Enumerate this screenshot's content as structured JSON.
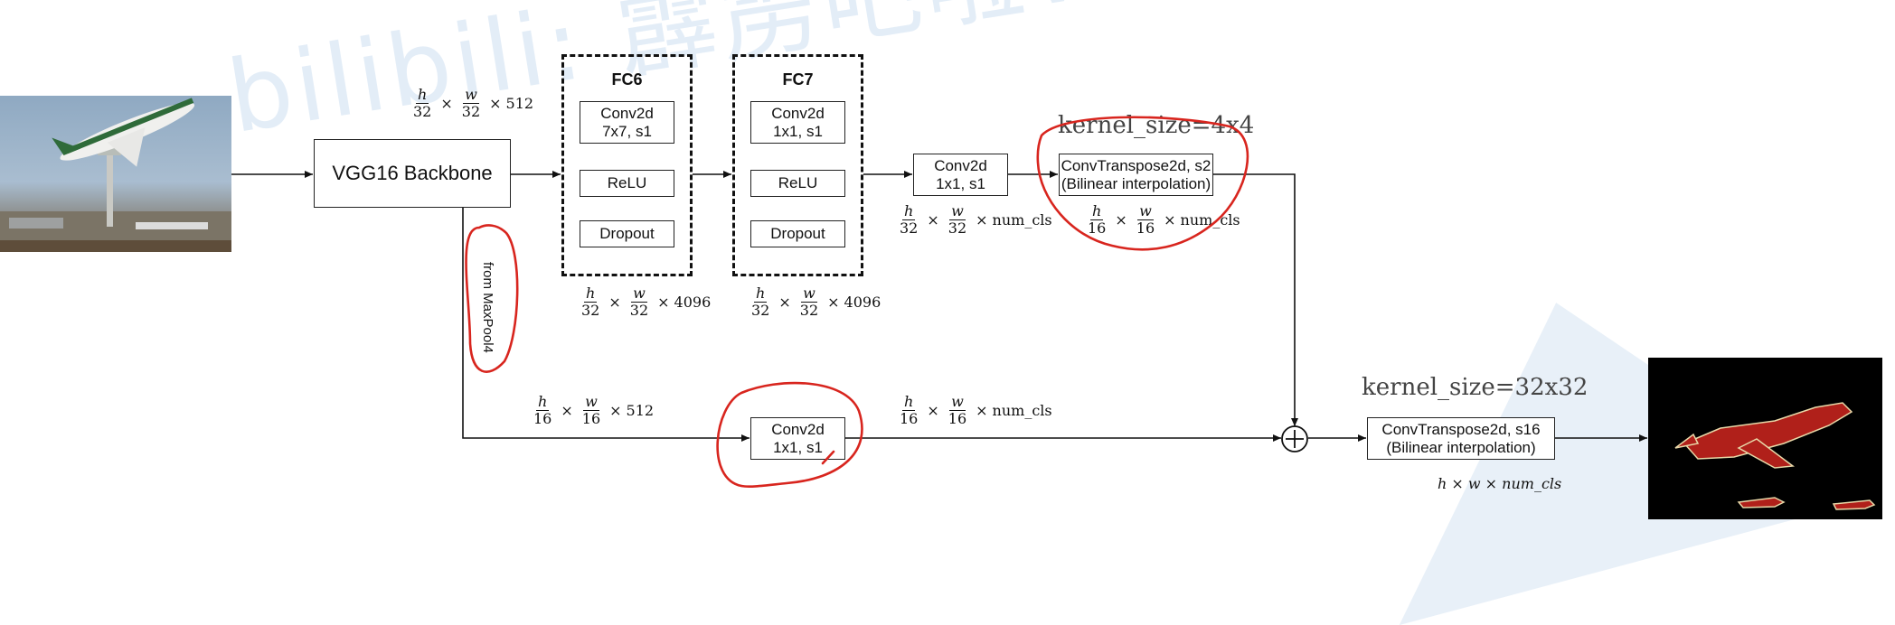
{
  "watermark": "bilibili: 霹雳吧啦Wz",
  "backbone": {
    "label": "VGG16 Backbone"
  },
  "fc6": {
    "title": "FC6",
    "conv_line1": "Conv2d",
    "conv_line2": "7x7, s1",
    "relu": "ReLU",
    "dropout": "Dropout"
  },
  "fc7": {
    "title": "FC7",
    "conv_line1": "Conv2d",
    "conv_line2": "1x1, s1",
    "relu": "ReLU",
    "dropout": "Dropout"
  },
  "conv_top": {
    "line1": "Conv2d",
    "line2": "1x1, s1"
  },
  "conv_bottom": {
    "line1": "Conv2d",
    "line2": "1x1, s1"
  },
  "tconv_s2": {
    "line1": "ConvTranspose2d, s2",
    "line2": "(Bilinear interpolation)",
    "kernel": "kernel_size=4x4"
  },
  "tconv_s16": {
    "line1": "ConvTranspose2d, s16",
    "line2": "(Bilinear interpolation)",
    "kernel": "kernel_size=32x32"
  },
  "from_label": "from MaxPool4",
  "dims": {
    "backbone_out": {
      "h": "h",
      "h_den": "32",
      "w": "w",
      "w_den": "32",
      "rest": "512"
    },
    "fc6_out": {
      "h": "h",
      "h_den": "32",
      "w": "w",
      "w_den": "32",
      "rest": "4096"
    },
    "fc7_out": {
      "h": "h",
      "h_den": "32",
      "w": "w",
      "w_den": "32",
      "rest": "4096"
    },
    "conv_top_out": {
      "h": "h",
      "h_den": "32",
      "w": "w",
      "w_den": "32",
      "rest": "num_cls"
    },
    "tconv_s2_out": {
      "h": "h",
      "h_den": "16",
      "w": "w",
      "w_den": "16",
      "rest": "num_cls"
    },
    "maxpool4_out": {
      "h": "h",
      "h_den": "16",
      "w": "w",
      "w_den": "16",
      "rest": "512"
    },
    "conv_bottom_out": {
      "h": "h",
      "h_den": "16",
      "w": "w",
      "w_den": "16",
      "rest": "num_cls"
    },
    "final_out": "h × w × num_cls"
  },
  "colors": {
    "annotation_red": "#d8251e",
    "watermark_blue": "#d6e6f5"
  }
}
